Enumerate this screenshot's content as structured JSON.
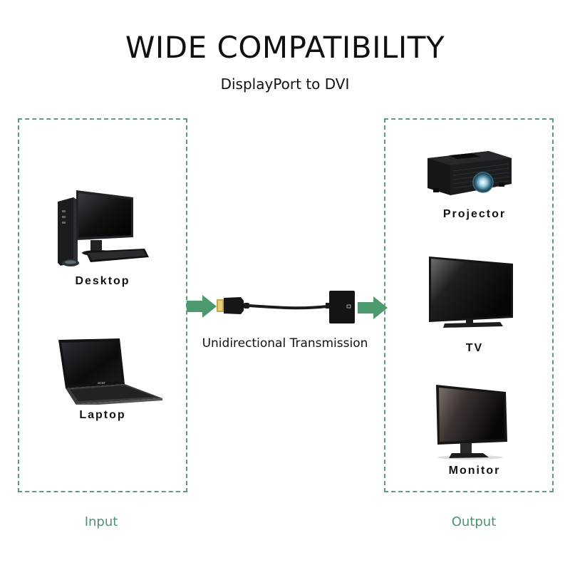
{
  "header": {
    "title": "WIDE COMPATIBILITY",
    "subtitle": "DisplayPort to DVI"
  },
  "input": {
    "section_label": "Input",
    "devices": [
      {
        "label": "Desktop",
        "icon": "desktop-computer-icon"
      },
      {
        "label": "Laptop",
        "icon": "laptop-icon"
      }
    ]
  },
  "output": {
    "section_label": "Output",
    "devices": [
      {
        "label": "Projector",
        "icon": "projector-icon"
      },
      {
        "label": "TV",
        "icon": "tv-icon"
      },
      {
        "label": "Monitor",
        "icon": "monitor-icon"
      }
    ]
  },
  "adapter": {
    "caption": "Unidirectional Transmission",
    "icon": "displayport-to-dvi-adapter-icon"
  },
  "colors": {
    "accent_green": "#5e9a7c",
    "arrow_green": "#4c9a6e",
    "text": "#111111"
  }
}
